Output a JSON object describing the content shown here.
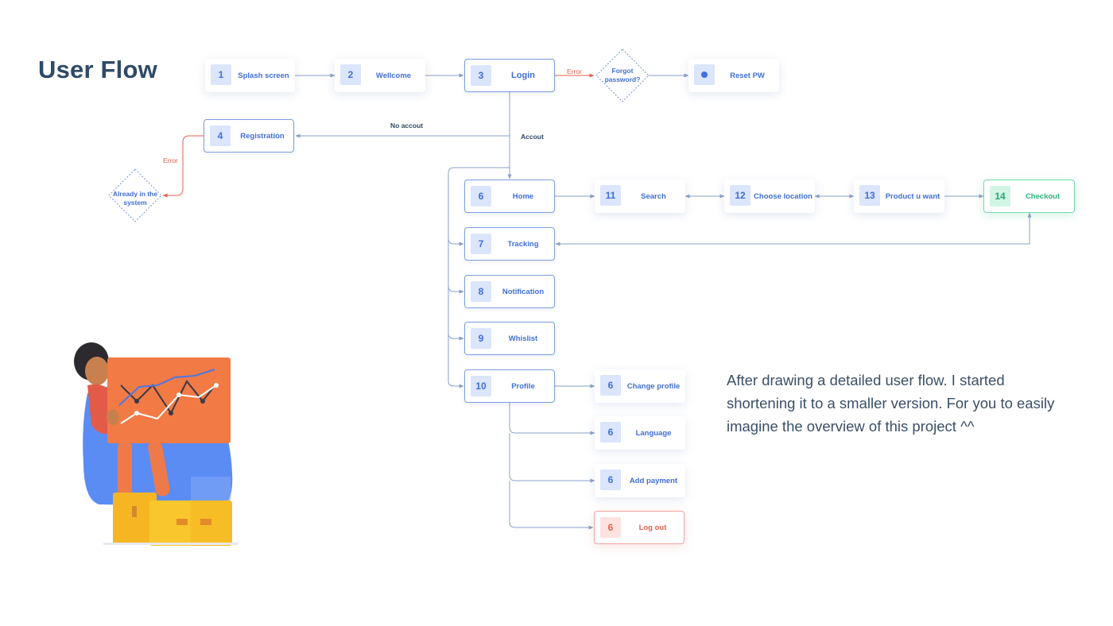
{
  "title": "User Flow",
  "description": "After drawing a detailed user flow. I started shortening it to a smaller version. For you to easily imagine the overview of this project ^^",
  "nodes": {
    "splash": {
      "num": "1",
      "label": "Splash screen"
    },
    "welcome": {
      "num": "2",
      "label": "Wellcome"
    },
    "login": {
      "num": "3",
      "label": "Login"
    },
    "reset": {
      "label": "Reset PW"
    },
    "registration": {
      "num": "4",
      "label": "Registration"
    },
    "home": {
      "num": "6",
      "label": "Home"
    },
    "tracking": {
      "num": "7",
      "label": "Tracking"
    },
    "notification": {
      "num": "8",
      "label": "Notification"
    },
    "whislist": {
      "num": "9",
      "label": "Whislist"
    },
    "profile": {
      "num": "10",
      "label": "Profile"
    },
    "search": {
      "num": "11",
      "label": "Search"
    },
    "choose_location": {
      "num": "12",
      "label": "Choose location"
    },
    "product": {
      "num": "13",
      "label": "Product u want"
    },
    "checkout": {
      "num": "14",
      "label": "Checkout"
    },
    "change_profile": {
      "num": "6",
      "label": "Change profile"
    },
    "language": {
      "num": "6",
      "label": "Language"
    },
    "add_payment": {
      "num": "6",
      "label": "Add payment"
    },
    "logout": {
      "num": "6",
      "label": "Log out"
    }
  },
  "decisions": {
    "forgot": "Forgot password?",
    "already": "Already in the system"
  },
  "edge_labels": {
    "error_login": "Error",
    "no_account": "No accout",
    "account": "Accout",
    "error_registration": "Error"
  },
  "colors": {
    "primary": "#3f6fd8",
    "title": "#2f4a66",
    "success": "#2db77a",
    "danger": "#e6604f"
  }
}
